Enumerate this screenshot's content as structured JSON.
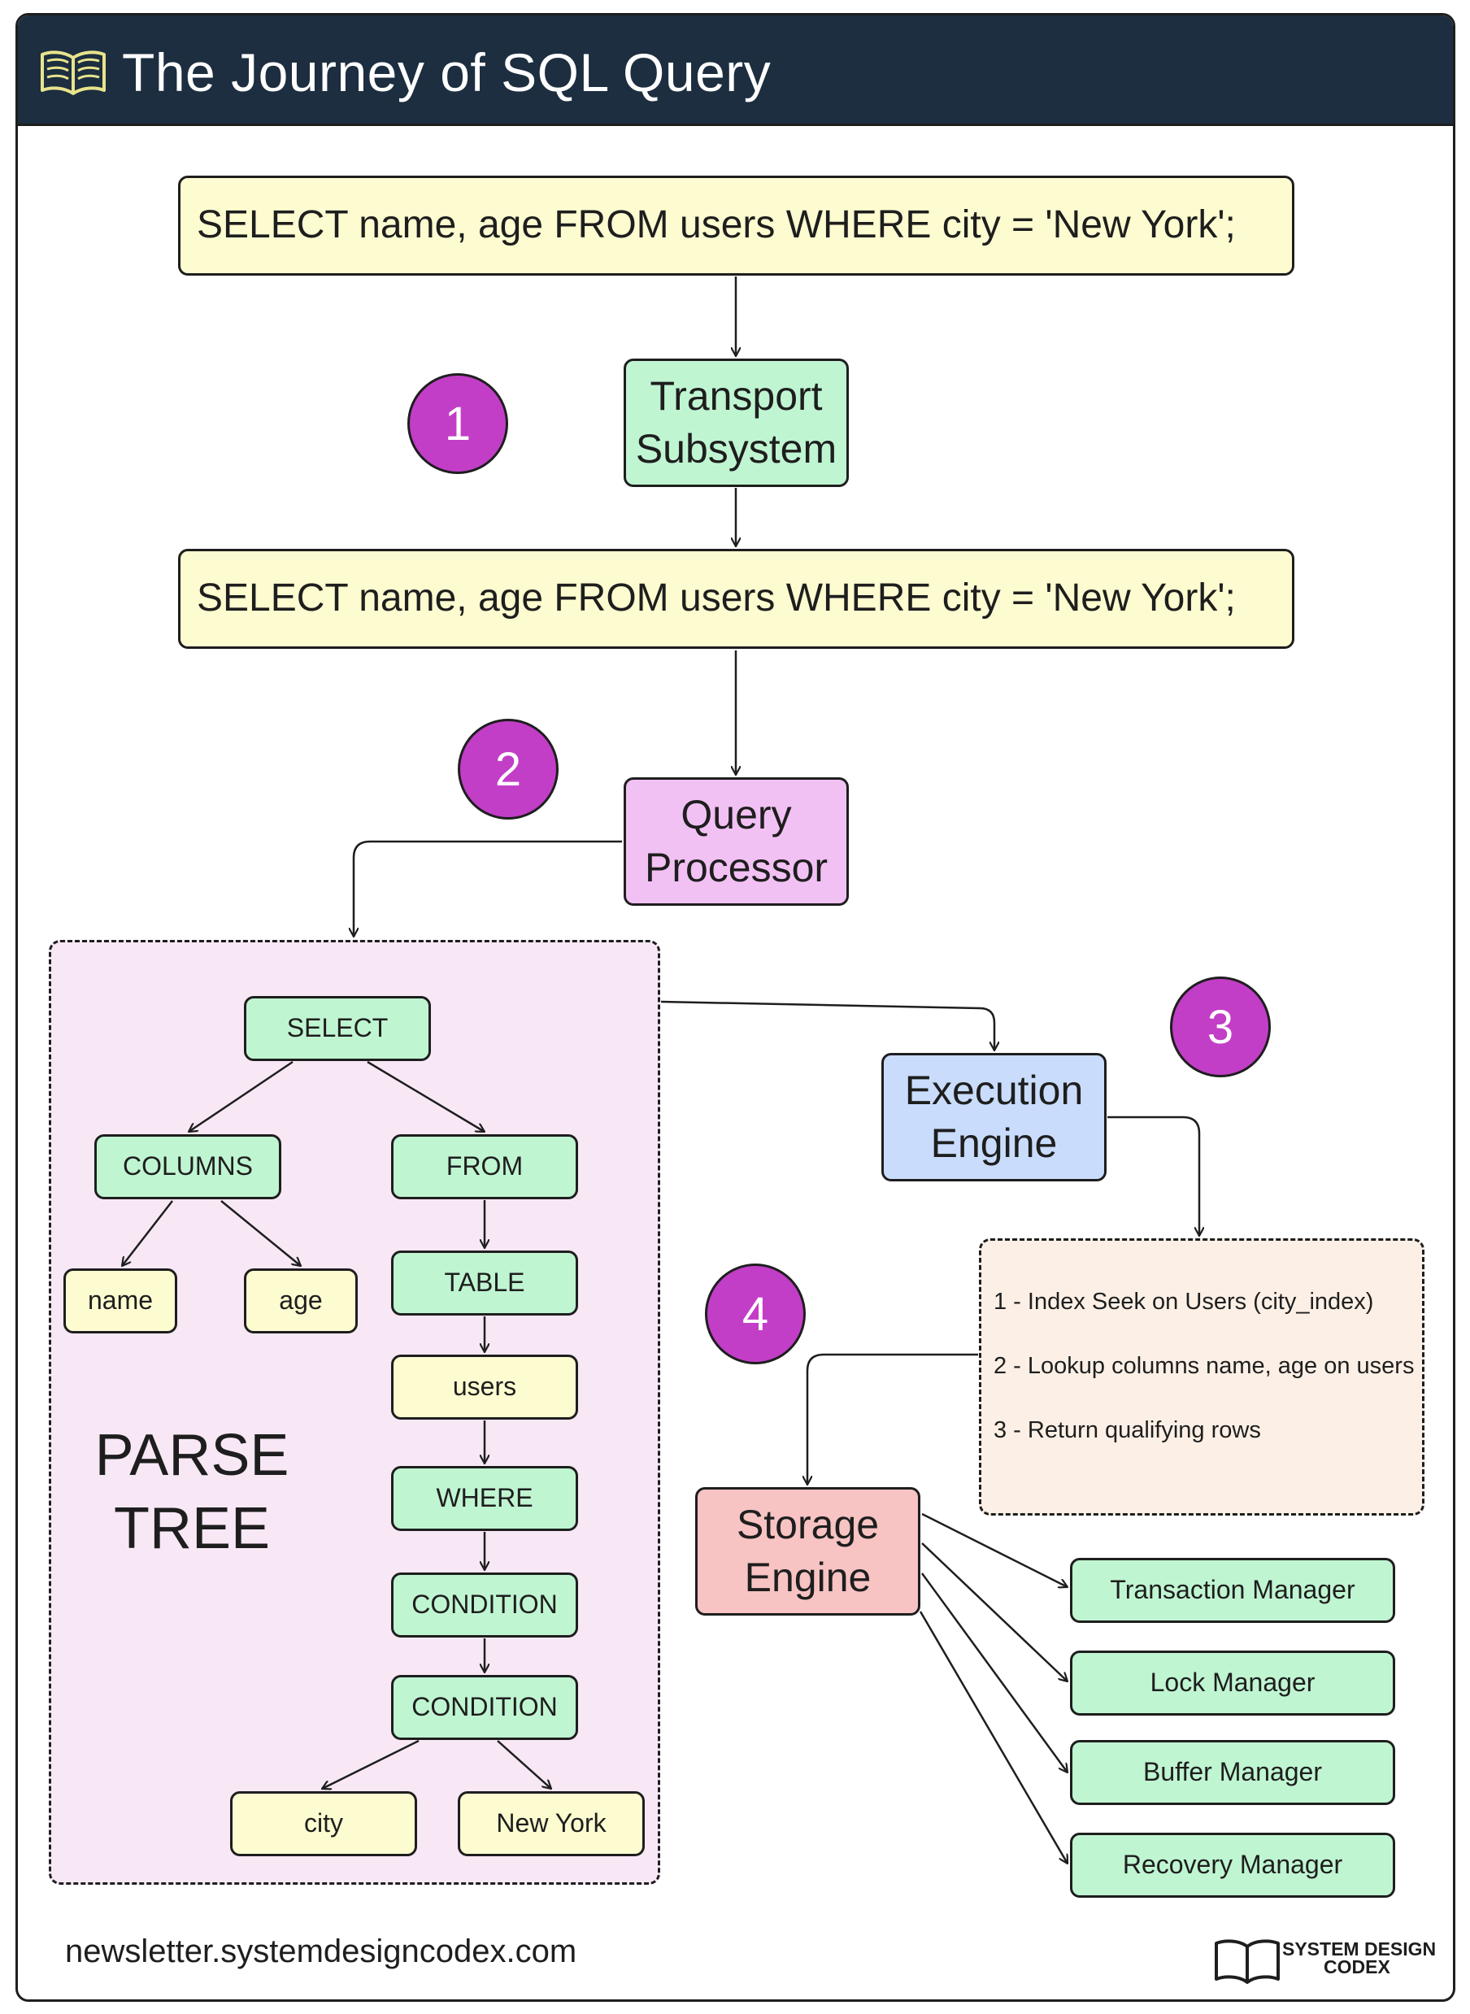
{
  "header": {
    "title": "The Journey of SQL Query",
    "icon": "book-icon",
    "background": "#1c2e40"
  },
  "query": {
    "text_top": "SELECT name, age FROM users WHERE city = 'New York';",
    "text_bottom": "SELECT name, age FROM users WHERE city = 'New York';"
  },
  "stages": {
    "transport": "Transport Subsystem",
    "query_processor": "Query Processor",
    "execution_engine": "Execution Engine",
    "storage_engine": "Storage Engine"
  },
  "badges": [
    "1",
    "2",
    "3",
    "4"
  ],
  "parse_tree": {
    "label": "PARSE TREE",
    "nodes": {
      "select": "SELECT",
      "columns": "COLUMNS",
      "from": "FROM",
      "name": "name",
      "age": "age",
      "table": "TABLE",
      "users": "users",
      "where": "WHERE",
      "condition1": "CONDITION",
      "condition2": "CONDITION",
      "city": "city",
      "new_york": "New York"
    }
  },
  "execution_plan": [
    "1 - Index Seek on Users (city_index)",
    "2 - Lookup columns name, age on users",
    "3 - Return qualifying rows"
  ],
  "storage_components": [
    "Transaction Manager",
    "Lock Manager",
    "Buffer Manager",
    "Recovery Manager"
  ],
  "footer": {
    "url": "newsletter.systemdesigncodex.com",
    "logo_line1": "SYSTEM DESIGN",
    "logo_line2": "CODEX"
  },
  "colors": {
    "yellow": "#fdfbd0",
    "green": "#c0f5d2",
    "pink": "#f2c1f4",
    "blue": "#c9dcfb",
    "red": "#f7c3c3",
    "badge": "#c23ec7",
    "parse_area": "#f8e8f6",
    "plan_area": "#fcf0e6"
  }
}
